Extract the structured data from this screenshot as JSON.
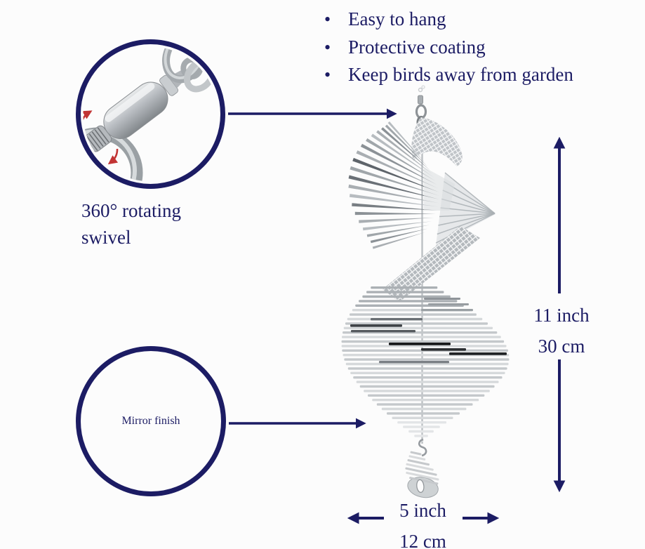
{
  "features": {
    "bullet": "•",
    "items": [
      {
        "text": "Easy to hang"
      },
      {
        "text": "Protective coating"
      },
      {
        "text": "Keep birds away from garden"
      }
    ]
  },
  "callouts": {
    "swivel": {
      "line1": "360° rotating",
      "line2": "swivel"
    },
    "mirror": {
      "label": "Mirror finish"
    }
  },
  "dimensions": {
    "height": {
      "inch": "11 inch",
      "cm": "30 cm"
    },
    "width": {
      "inch": "5 inch",
      "cm": "12 cm"
    }
  },
  "colors": {
    "navy": "#1c1c64",
    "red_accent": "#c23434",
    "background": "#fcfcfc",
    "metal_light": "#e9ebec",
    "metal_mid": "#b9bdc2",
    "metal_dark": "#3c4045"
  }
}
